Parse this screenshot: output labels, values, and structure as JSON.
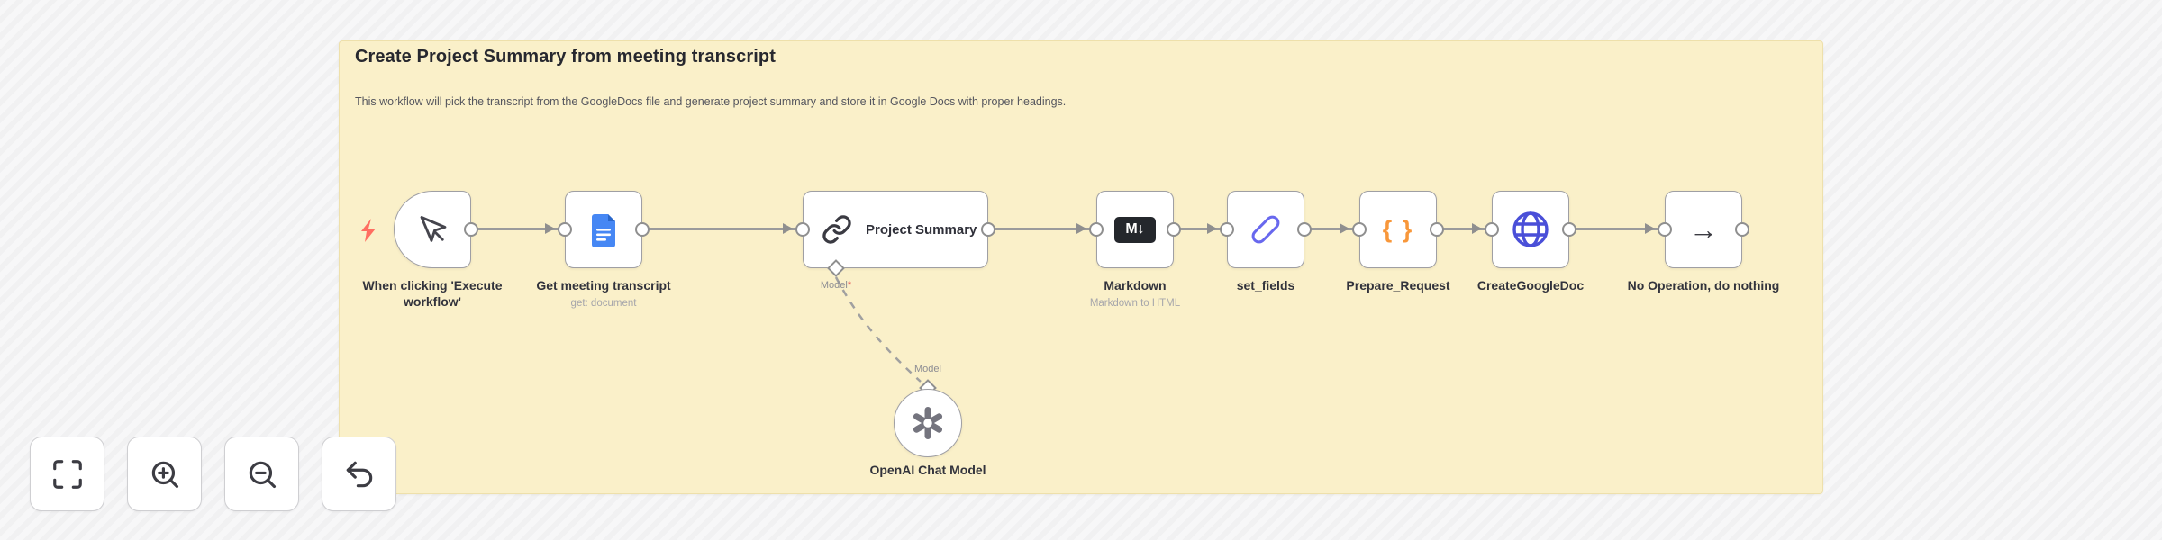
{
  "sticky": {
    "title": "Create Project Summary from meeting transcript",
    "description": "This workflow will pick the transcript from the GoogleDocs file and generate project summary and store it in Google Docs with proper headings.",
    "color": "#faf0c9"
  },
  "nodes": [
    {
      "label": "When clicking 'Execute\nworkflow'",
      "icon": "mouse-pointer-icon",
      "type": "manual-trigger"
    },
    {
      "label": "Get meeting transcript",
      "sublabel": "get: document",
      "icon": "google-docs-icon"
    },
    {
      "label": "Project Summary",
      "icon": "chain-link-icon",
      "model_port_label": "Model",
      "required_mark": "*"
    },
    {
      "label": "Markdown",
      "sublabel": "Markdown to HTML",
      "icon": "markdown-icon",
      "icon_text": "M↓"
    },
    {
      "label": "set_fields",
      "icon": "pencil-icon"
    },
    {
      "label": "Prepare_Request",
      "icon": "curly-braces-icon",
      "icon_text": "{ }"
    },
    {
      "label": "CreateGoogleDoc",
      "icon": "globe-icon"
    },
    {
      "label": "No Operation, do nothing",
      "icon": "arrow-right-icon",
      "icon_text": "→"
    }
  ],
  "ai_node": {
    "label": "OpenAI Chat Model",
    "port_label": "Model",
    "icon": "openai-icon"
  },
  "toolbar": {
    "fit_view": "fit-view",
    "zoom_in": "zoom-in",
    "zoom_out": "zoom-out",
    "reset": "reset-zoom"
  },
  "colors": {
    "sticky_bg": "#faf0c9",
    "wire": "#9b9b9b",
    "trigger_bolt": "#ff6e61",
    "google_docs_blue": "#4687f4",
    "markdown_dark": "#24272c",
    "pencil_blue": "#6868ee",
    "braces_orange": "#f8973a",
    "globe_indigo": "#4a4fd8",
    "openai_gray": "#74747e"
  }
}
